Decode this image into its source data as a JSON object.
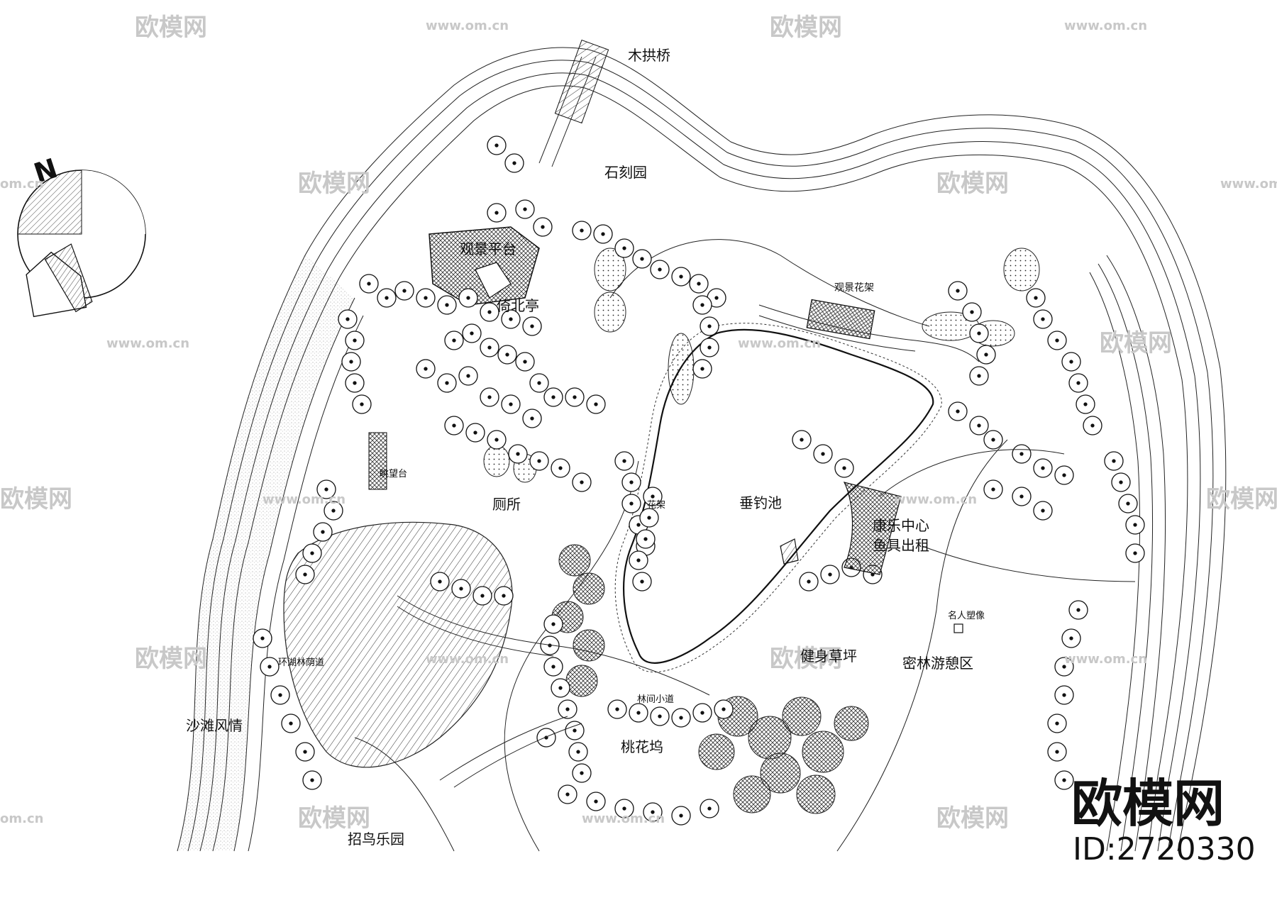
{
  "labels": {
    "wood_arch_bridge": "木拱桥",
    "stone_garden": "石刻园",
    "view_platform": "观景平台",
    "yi_bei_pavilion": "倚北亭",
    "view_trellis": "观景花架",
    "pond": "垂钓池",
    "rest_center": "康乐中心",
    "fishing_rental": "鱼具出租",
    "celebrity_statue": "名人塑像",
    "fitness_lawn": "健身草坪",
    "forest_rest": "密林游憩区",
    "peach_dock": "桃花坞",
    "forest_path": "林间小道",
    "lake_forest_path": "环湖林荫道",
    "beach": "沙滩风情",
    "bird_park": "招鸟乐园",
    "toilet": "厕所",
    "overlook": "眺望台",
    "flower_trellis": "花架"
  },
  "compass": {
    "north_label": "N"
  },
  "watermarks": {
    "brand": "欧模网",
    "url": "www.om.cn",
    "url_short": "om.cn",
    "id_text": "ID:2720330"
  },
  "colors": {
    "line": "#1a1a1a",
    "hatch": "#333333",
    "bg": "#ffffff",
    "watermark": "#bdbdbd"
  }
}
